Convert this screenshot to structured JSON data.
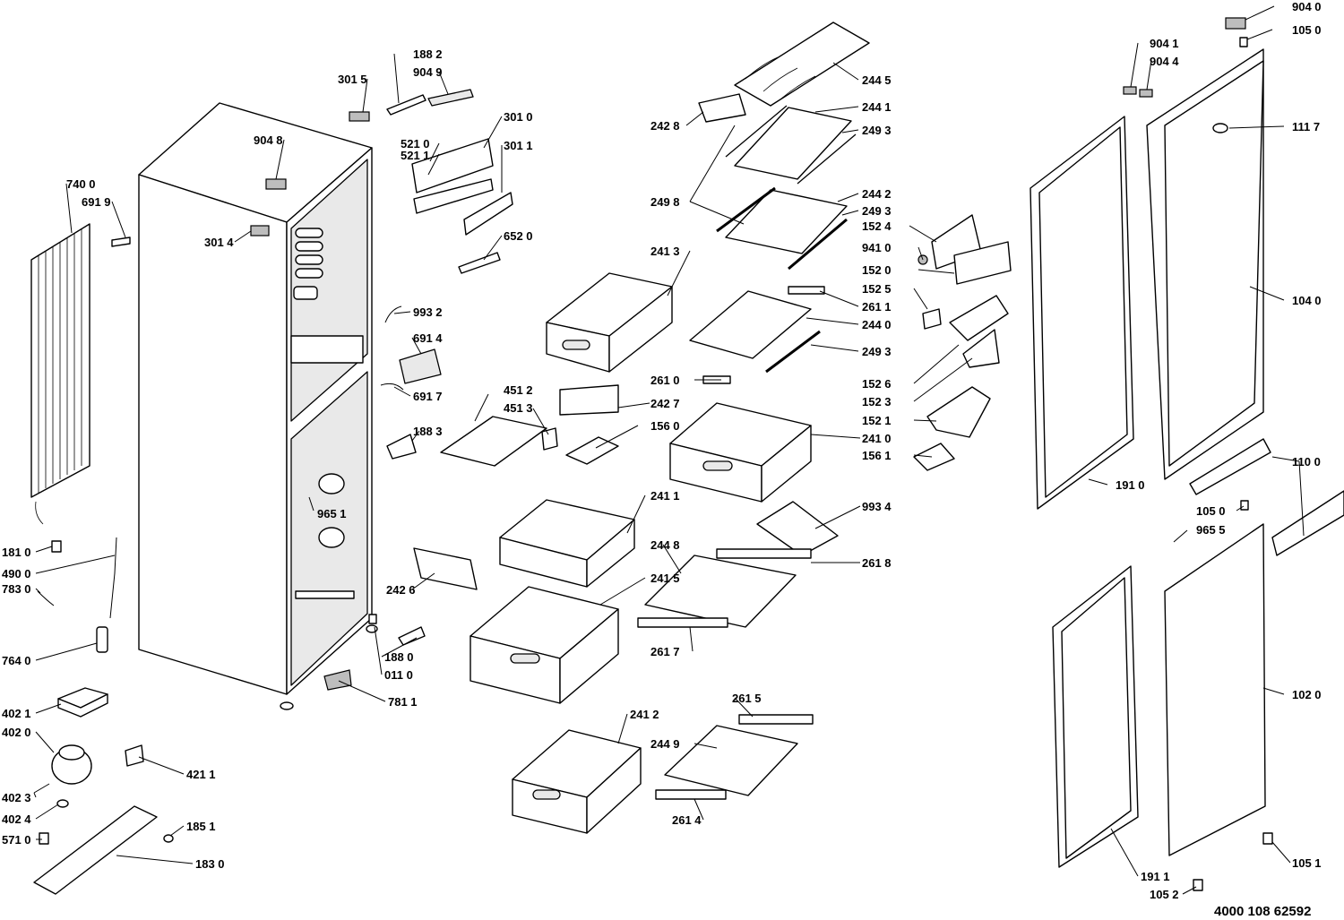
{
  "document_number": "4000 108 62592",
  "callouts": [
    {
      "id": "c9040",
      "label": "904 0"
    },
    {
      "id": "c1050a",
      "label": "105 0"
    },
    {
      "id": "c9041",
      "label": "904 1"
    },
    {
      "id": "c9044",
      "label": "904 4"
    },
    {
      "id": "c1117",
      "label": "111 7"
    },
    {
      "id": "c1040",
      "label": "104 0"
    },
    {
      "id": "c1100",
      "label": "110 0"
    },
    {
      "id": "c1050b",
      "label": "105 0"
    },
    {
      "id": "c9655",
      "label": "965 5"
    },
    {
      "id": "c1020",
      "label": "102 0"
    },
    {
      "id": "c1051",
      "label": "105 1"
    },
    {
      "id": "c1052",
      "label": "105 2"
    },
    {
      "id": "c1910",
      "label": "191 0"
    },
    {
      "id": "c1911",
      "label": "191 1"
    },
    {
      "id": "c2445",
      "label": "244 5"
    },
    {
      "id": "c2441",
      "label": "244 1"
    },
    {
      "id": "c2428",
      "label": "242 8"
    },
    {
      "id": "c2493a",
      "label": "249 3"
    },
    {
      "id": "c2498",
      "label": "249 8"
    },
    {
      "id": "c2442",
      "label": "244 2"
    },
    {
      "id": "c2493b",
      "label": "249 3"
    },
    {
      "id": "c1524",
      "label": "152 4"
    },
    {
      "id": "c9410",
      "label": "941 0"
    },
    {
      "id": "c1520",
      "label": "152 0"
    },
    {
      "id": "c1525",
      "label": "152 5"
    },
    {
      "id": "c2611",
      "label": "261 1"
    },
    {
      "id": "c2440",
      "label": "244 0"
    },
    {
      "id": "c2493c",
      "label": "249 3"
    },
    {
      "id": "c1526",
      "label": "152 6"
    },
    {
      "id": "c1523",
      "label": "152 3"
    },
    {
      "id": "c1521",
      "label": "152 1"
    },
    {
      "id": "c1561",
      "label": "156 1"
    },
    {
      "id": "c2413",
      "label": "241 3"
    },
    {
      "id": "c2610",
      "label": "261 0"
    },
    {
      "id": "c2427",
      "label": "242 7"
    },
    {
      "id": "c4512",
      "label": "451 2"
    },
    {
      "id": "c4513",
      "label": "451 3"
    },
    {
      "id": "c1560",
      "label": "156 0"
    },
    {
      "id": "c2410",
      "label": "241 0"
    },
    {
      "id": "c2411",
      "label": "241 1"
    },
    {
      "id": "c9934",
      "label": "993 4"
    },
    {
      "id": "c2448",
      "label": "244 8"
    },
    {
      "id": "c2618",
      "label": "261 8"
    },
    {
      "id": "c2415",
      "label": "241 5"
    },
    {
      "id": "c2426",
      "label": "242 6"
    },
    {
      "id": "c2617",
      "label": "261 7"
    },
    {
      "id": "c2615",
      "label": "261 5"
    },
    {
      "id": "c2412",
      "label": "241 2"
    },
    {
      "id": "c2449",
      "label": "244 9"
    },
    {
      "id": "c2614",
      "label": "261 4"
    },
    {
      "id": "c1882",
      "label": "188 2"
    },
    {
      "id": "c9049",
      "label": "904 9"
    },
    {
      "id": "c3015",
      "label": "301 5"
    },
    {
      "id": "c3010",
      "label": "301 0"
    },
    {
      "id": "c5210",
      "label": "521 0"
    },
    {
      "id": "c5211",
      "label": "521 1"
    },
    {
      "id": "c3011",
      "label": "301 1"
    },
    {
      "id": "c9048",
      "label": "904 8"
    },
    {
      "id": "c3014",
      "label": "301 4"
    },
    {
      "id": "c6520",
      "label": "652 0"
    },
    {
      "id": "c9932",
      "label": "993 2"
    },
    {
      "id": "c6914",
      "label": "691 4"
    },
    {
      "id": "c6917",
      "label": "691 7"
    },
    {
      "id": "c1883",
      "label": "188 3"
    },
    {
      "id": "c9651",
      "label": "965 1"
    },
    {
      "id": "c1880",
      "label": "188 0"
    },
    {
      "id": "c0110",
      "label": "011 0"
    },
    {
      "id": "c7811",
      "label": "781 1"
    },
    {
      "id": "c7400",
      "label": "740 0"
    },
    {
      "id": "c6919",
      "label": "691 9"
    },
    {
      "id": "c1810",
      "label": "181 0"
    },
    {
      "id": "c4900",
      "label": "490 0"
    },
    {
      "id": "c7830",
      "label": "783 0"
    },
    {
      "id": "c7640",
      "label": "764 0"
    },
    {
      "id": "c4021",
      "label": "402 1"
    },
    {
      "id": "c4020",
      "label": "402 0"
    },
    {
      "id": "c4211",
      "label": "421 1"
    },
    {
      "id": "c4023",
      "label": "402 3"
    },
    {
      "id": "c4024",
      "label": "402 4"
    },
    {
      "id": "c1851",
      "label": "185 1"
    },
    {
      "id": "c5710",
      "label": "571 0"
    },
    {
      "id": "c1830",
      "label": "183 0"
    }
  ]
}
